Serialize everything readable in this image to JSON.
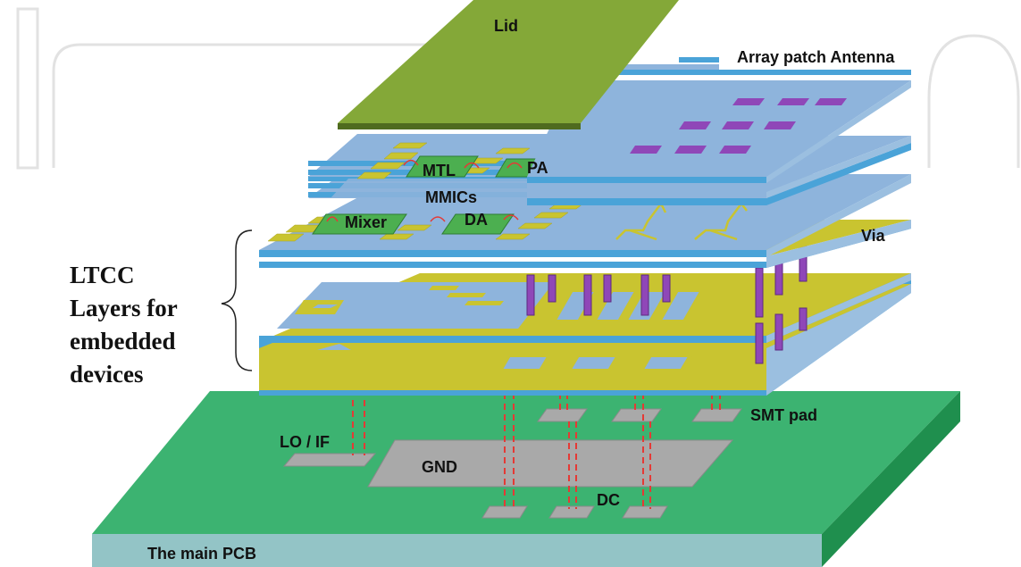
{
  "labels": {
    "lid": "Lid",
    "antenna": "Array patch Antenna",
    "mtl": "MTL",
    "pa": "PA",
    "mmics": "MMICs",
    "mixer": "Mixer",
    "da": "DA",
    "via": "Via",
    "smt_pad": "SMT pad",
    "lo_if": "LO / IF",
    "gnd": "GND",
    "dc": "DC",
    "main_pcb": "The main PCB"
  },
  "ltcc": [
    "LTCC",
    "Layers for",
    "embedded",
    "devices"
  ],
  "colors": {
    "lid": "#84a838",
    "lid_edge": "#4f6b1f",
    "layer_blue": "#8eb4dc",
    "layer_edge": "#4aa3d8",
    "layer_yellow": "#c9c430",
    "patch": "#8f47b8",
    "chip": "#4caf50",
    "pcb_top": "#3cb371",
    "pcb_front": "#93c4c6",
    "pcb_side": "#1f8f4e",
    "pad": "#a9a9a9",
    "via_line": "#e53935",
    "watermark": "#dedede"
  }
}
